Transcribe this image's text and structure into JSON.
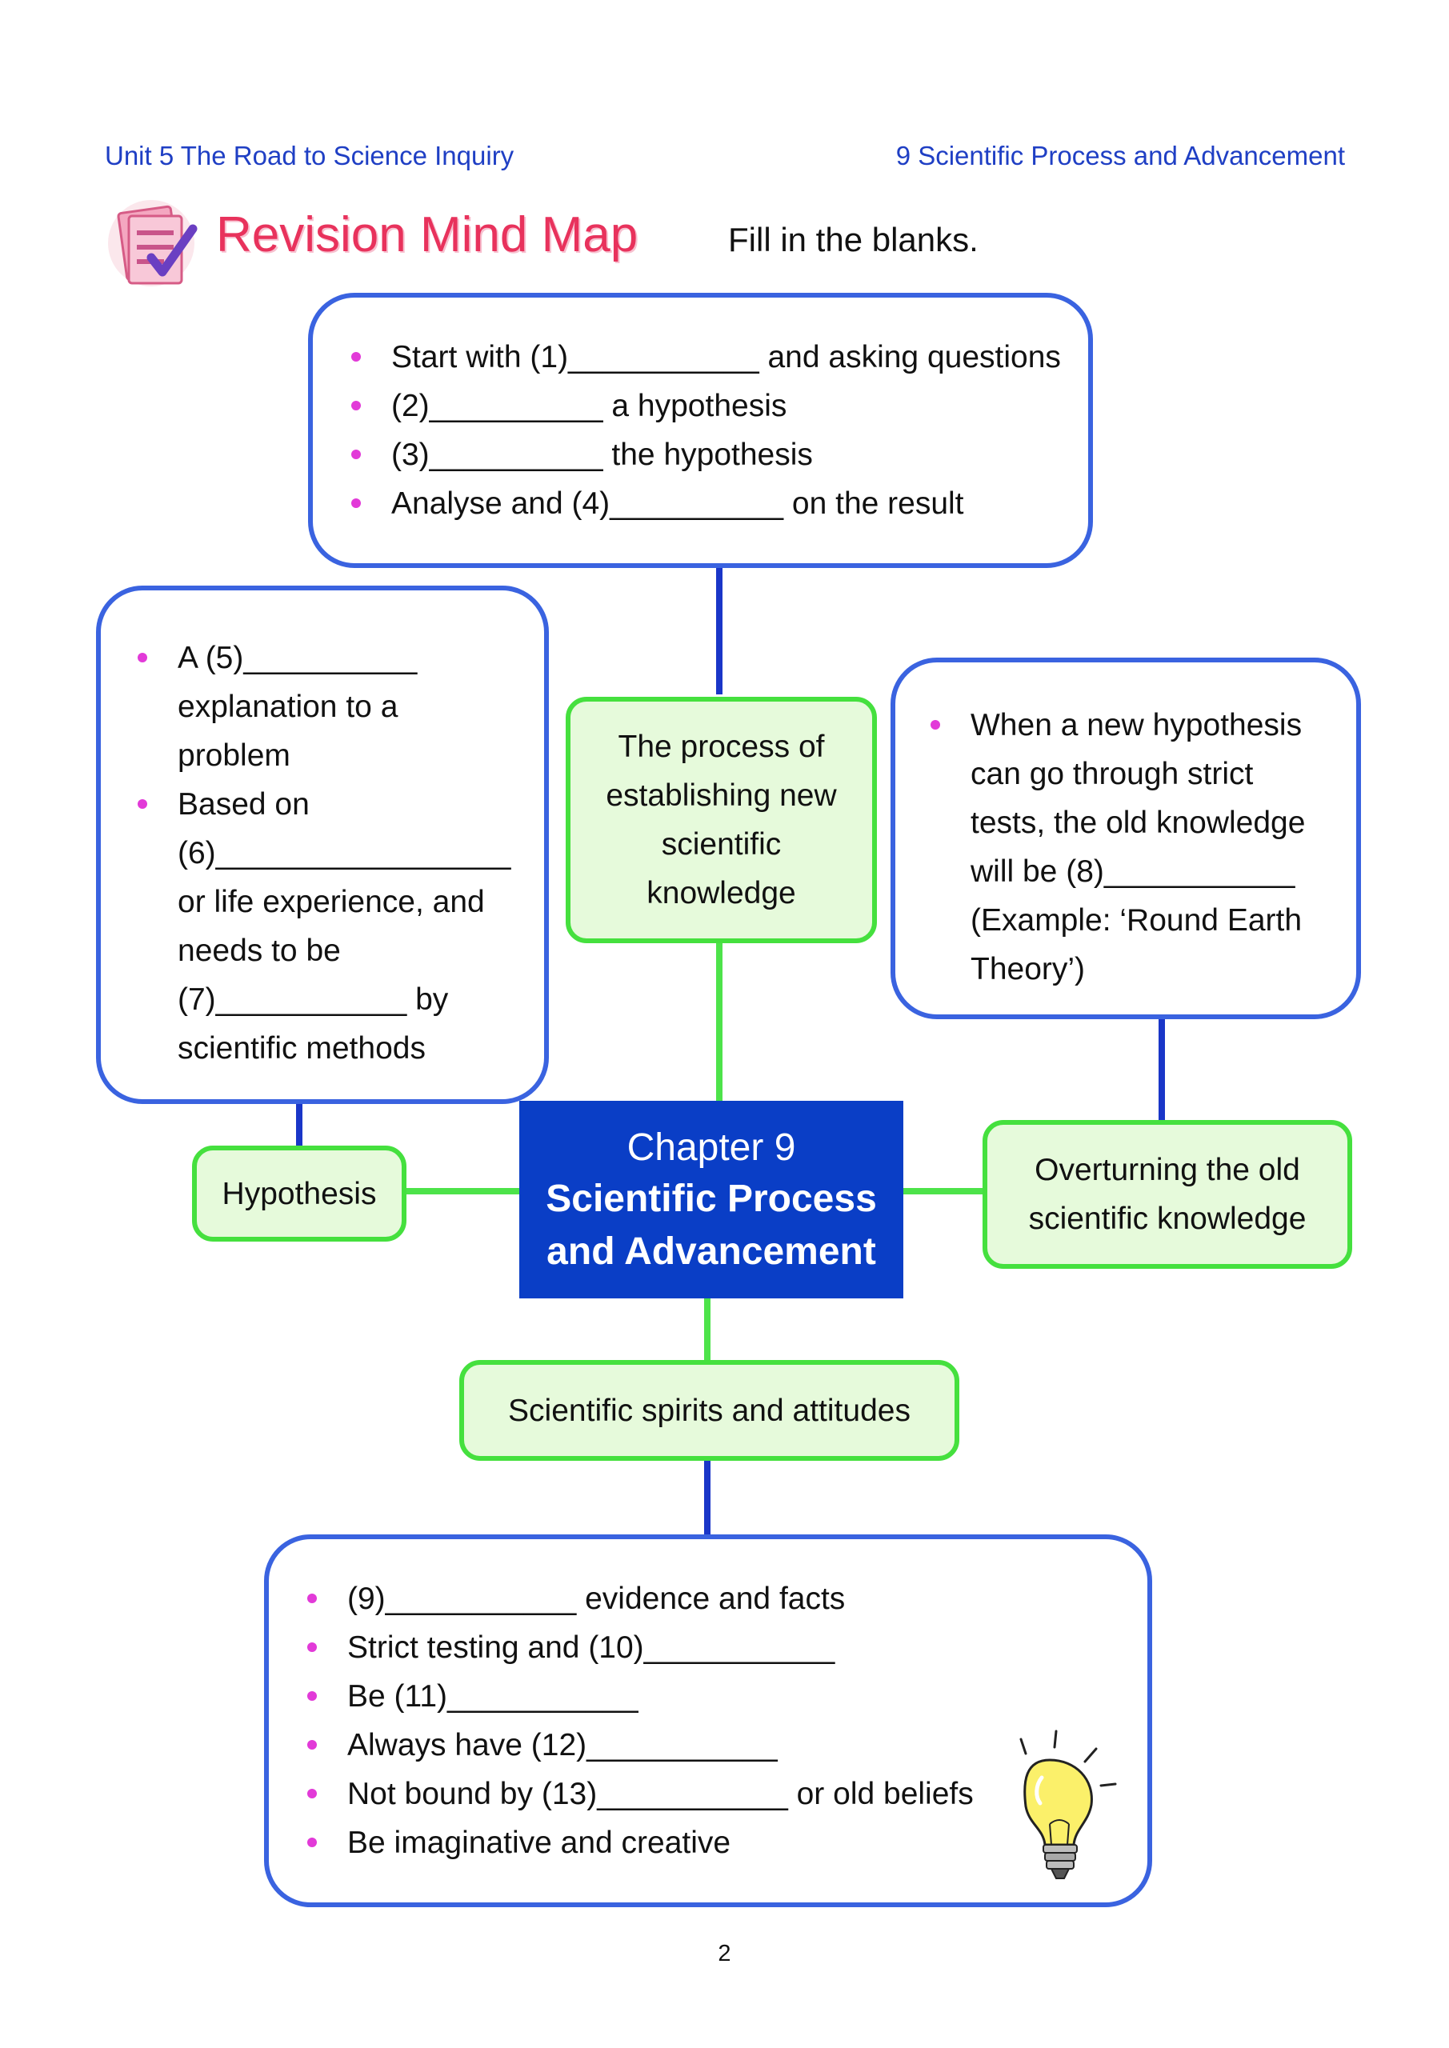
{
  "header": {
    "left": "Unit 5 The Road to Science Inquiry",
    "right": "9 Scientific Process and Advancement"
  },
  "title": {
    "text": "Revision Mind Map",
    "instruction": "Fill in the blanks.",
    "icon": "checklist-icon",
    "color": "#e8325c"
  },
  "center": {
    "chapter": "Chapter 9",
    "title_line1": "Scientific Process",
    "title_line2": "and Advancement",
    "color": "#0a3ec6"
  },
  "branches": {
    "top": "The process of establishing new scientific knowledge",
    "left": "Hypothesis",
    "right": "Overturning the old scientific knowledge",
    "bottom": "Scientific spirits and attitudes"
  },
  "boxes": {
    "process": [
      "Start with (1)___________  and asking questions",
      "(2)__________  a hypothesis",
      "(3)__________  the hypothesis",
      "Analyse and (4)__________  on the result"
    ],
    "hypothesis": [
      "A (5)__________ explanation to a problem",
      "Based on (6)_________________ or life experience, and needs to be (7)___________  by scientific methods"
    ],
    "overturning": [
      "When a new hypothesis can go through strict tests, the old knowledge will be (8)___________ (Example: ‘Round Earth Theory’)"
    ],
    "spirits": [
      "(9)___________  evidence and facts",
      "Strict testing and (10)___________",
      "Be (11)___________",
      "Always have (12)___________",
      "Not bound by (13)___________  or old beliefs",
      "Be imaginative and creative"
    ]
  },
  "decoration": {
    "bulb": "light-bulb-icon"
  },
  "page_number": "2",
  "colors": {
    "header": "#1f3fc4",
    "box_border": "#3a63e0",
    "branch_border": "#45e03e",
    "branch_fill": "#e6fadb",
    "bullet": "#e23ad8"
  }
}
